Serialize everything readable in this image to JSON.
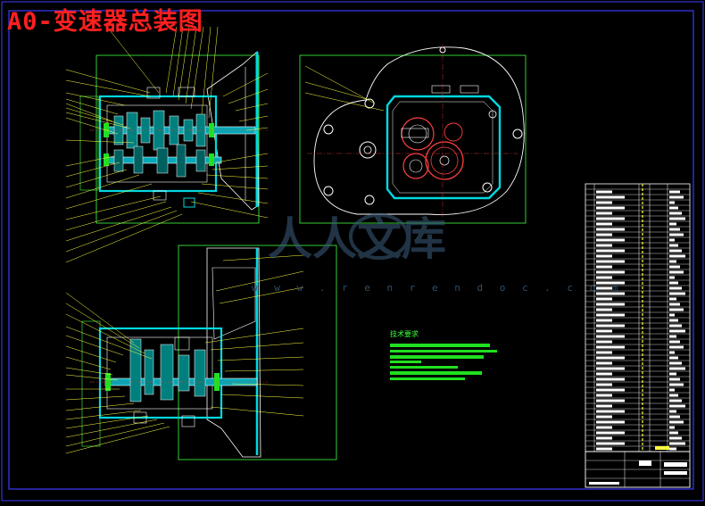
{
  "drawing": {
    "title": "A0-变速器总装图",
    "technical_requirements_title": "技术要求"
  },
  "watermark": {
    "logo_text": "人人文库",
    "url": "w w w . r e n r e n d o c . c o m"
  },
  "colors": {
    "background": "#000000",
    "frame": "#3b3bff",
    "title": "#ff2020",
    "outline": "#ffffff",
    "section_fill": "#00d8e0",
    "leader": "#ffff40",
    "view_box": "#40ff40",
    "gear": "#ff4040",
    "tech_text": "#39ff39",
    "watermark": "#3d5f80"
  }
}
